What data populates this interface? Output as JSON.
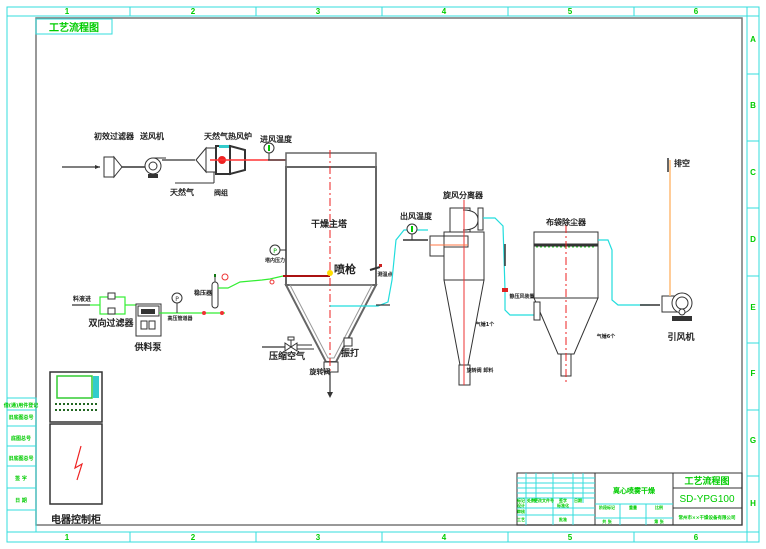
{
  "drawing": {
    "stamp_title": "工艺流程图",
    "column_labels": [
      "1",
      "2",
      "3",
      "4",
      "5",
      "6"
    ],
    "row_labels": [
      "A",
      "B",
      "C",
      "D",
      "E",
      "F",
      "G",
      "H"
    ],
    "colors": {
      "frame_cyan": "#33dddd",
      "text_green": "#00cc00",
      "hot_air_red": "#ff3333",
      "duct_cyan": "#22dddd",
      "feed_green": "#33ee33",
      "exhaust_orange": "#ffbb77",
      "centerline_red": "#ee2222"
    }
  },
  "equipment": {
    "primary_filter": "初效过滤器",
    "supply_fan": "送风机",
    "gas_heater": "天然气热风炉",
    "natural_gas": "天然气",
    "valve_group": "阀组",
    "inlet_temp": "进风温度",
    "drying_tower": "干燥主塔",
    "spray_gun": "喷枪",
    "compressed_air": "压缩空气",
    "knocker": "振打",
    "rotary_valve": "旋转阀",
    "outlet_temp": "出风温度",
    "cyclone": "旋风分离器",
    "bag_filter": "布袋除尘器",
    "induced_fan": "引风机",
    "vent": "排空",
    "duplex_filter": "双向过滤器",
    "feed_pump": "供料泵",
    "feed_inlet": "料液进",
    "stabilizer": "稳压器",
    "control_cabinet": "电器控制柜",
    "pressure_gauge_glyph": "P",
    "temp_gauge_glyph": "T",
    "small_labels": {
      "tower_pressure": "塔内压力",
      "temp_probe": "测温点",
      "cyclone_knocker": "气锤1个",
      "bag_knocker": "气锤6个",
      "rotary_valve_small": "旋转阀 卸料",
      "static_pressure": "静压风装置",
      "pump_outlet": "高压管道器"
    }
  },
  "title_block": {
    "project_name": "离心喷雾干燥",
    "drawing_type": "工艺流程图",
    "drawing_number": "SD-YPG100",
    "company": "常州市××干燥设备有限公司",
    "header_cells": [
      "标记",
      "处数",
      "更改文件号",
      "签字",
      "日期"
    ],
    "row_cells": [
      "设计",
      "标准化",
      "阶段标记",
      "重量",
      "比例",
      "审核",
      "工艺",
      "批准",
      "共 张",
      "第 张"
    ]
  },
  "sidebar_block": {
    "rows": [
      "借(通)用件登记",
      "旧底图总号",
      "底图总号",
      "签 字",
      "日 期"
    ]
  }
}
